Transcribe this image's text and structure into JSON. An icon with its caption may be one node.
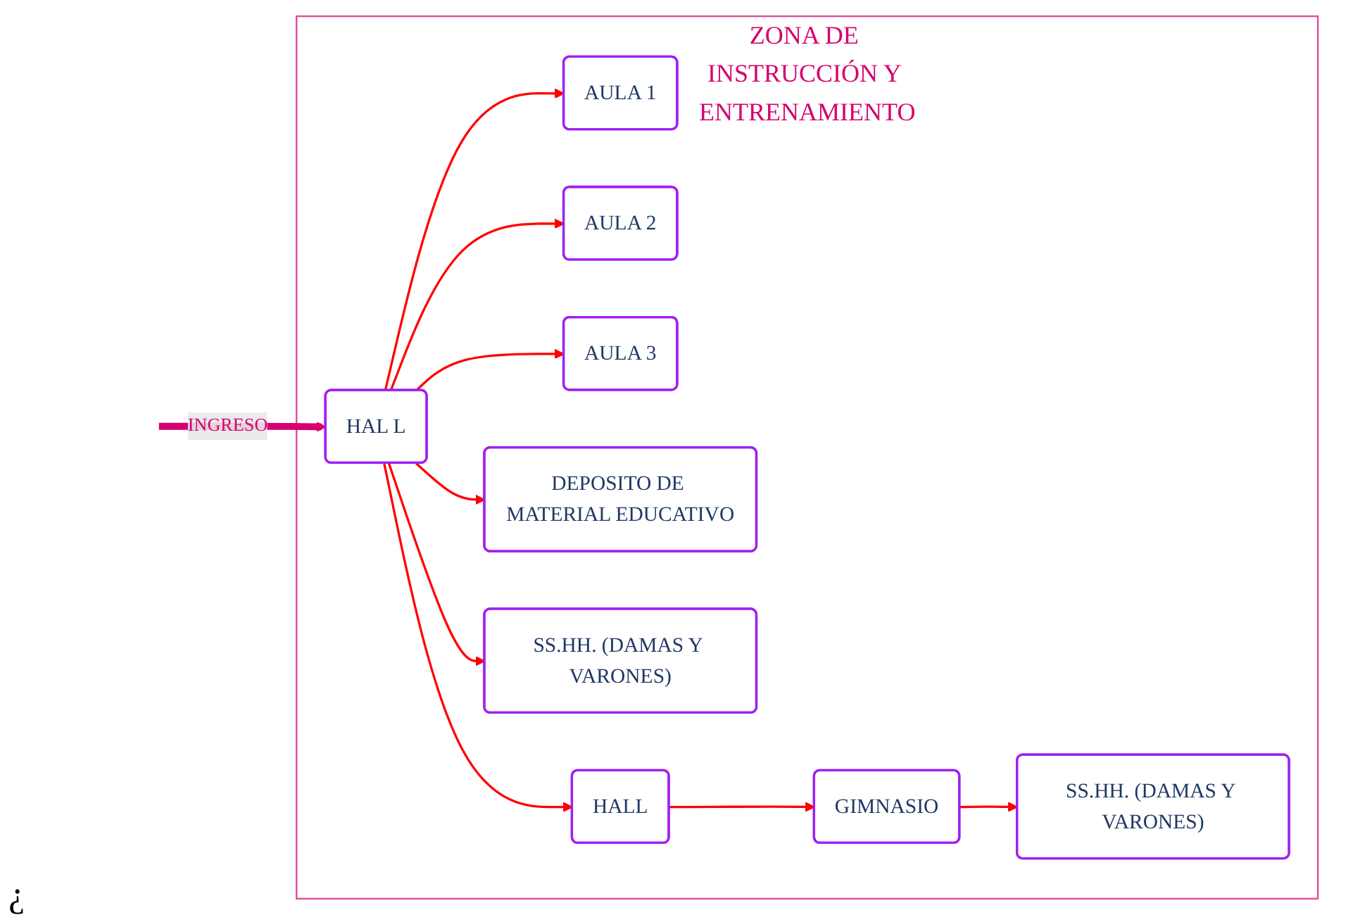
{
  "diagram": {
    "nodes": [
      {
        "text": [
          "ZONA DE INSTRUCCIÓN Y ENTRENAMIENTO"
        ]
      },
      {
        "text": [
          "AULA 1"
        ],
        "in": 0
      },
      {
        "text": [
          "AULA 2"
        ],
        "in": 0
      },
      {
        "text": [
          "AULA 3"
        ],
        "in": 0
      },
      {
        "text": [
          "HAL L"
        ],
        "in": 0
      },
      {
        "text": [
          "DEPOSITO DE MATERIAL EDUCATIVO"
        ],
        "in": 0
      },
      {
        "text": [
          "SS.HH. (DAMAS Y VARONES)"
        ],
        "in": 0
      },
      {
        "text": [
          "HALL"
        ],
        "in": 0
      },
      {
        "text": [
          "GIMNASIO"
        ],
        "in": 0
      },
      {
        "text": [
          "SS.HH. (DAMAS Y VARONES)"
        ],
        "in": 0
      }
    ],
    "edges": [
      {
        "from": null,
        "to": 4,
        "arrow": "to",
        "label": "INGRESO",
        "style": "thick",
        "color": "#d6006e"
      },
      {
        "from": 4,
        "to": 1,
        "arrow": "to"
      },
      {
        "from": 4,
        "to": 2,
        "arrow": "to"
      },
      {
        "from": 4,
        "to": 3,
        "arrow": "to"
      },
      {
        "from": 4,
        "to": 5,
        "arrow": "to"
      },
      {
        "from": 4,
        "to": 6,
        "arrow": "to"
      },
      {
        "from": 4,
        "to": 7,
        "arrow": "to"
      },
      {
        "from": 7,
        "to": 8,
        "arrow": "to"
      },
      {
        "from": 8,
        "to": 9,
        "arrow": "to"
      }
    ],
    "labels": [
      "¿"
    ]
  }
}
